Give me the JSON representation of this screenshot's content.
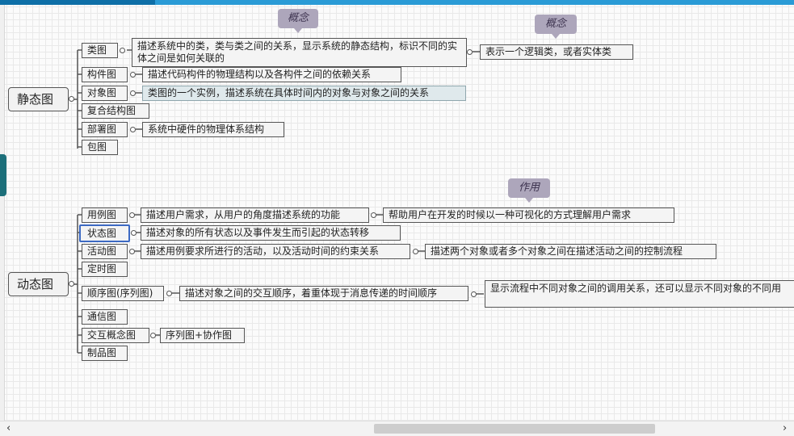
{
  "static_root": "静态图",
  "static_items": {
    "class": {
      "label": "类图",
      "desc": "描述系统中的类，类与类之间的关系，显示系统的静态结构，标识不同的实体之间是如何关联的",
      "extra": "表示一个逻辑类，或者实体类"
    },
    "component": {
      "label": "构件图",
      "desc": "描述代码构件的物理结构以及各构件之间的依赖关系"
    },
    "object": {
      "label": "对象图",
      "desc": "类图的一个实例，描述系统在具体时间内的对象与对象之间的关系"
    },
    "composite": {
      "label": "复合结构图"
    },
    "deployment": {
      "label": "部署图",
      "desc": "系统中硬件的物理体系结构"
    },
    "package": {
      "label": "包图"
    }
  },
  "dynamic_root": "动态图",
  "dynamic_items": {
    "usecase": {
      "label": "用例图",
      "desc": "描述用户需求，从用户的角度描述系统的功能",
      "extra": "帮助用户在开发的时候以一种可视化的方式理解用户需求"
    },
    "state": {
      "label": "状态图",
      "desc": "描述对象的所有状态以及事件发生而引起的状态转移"
    },
    "activity": {
      "label": "活动图",
      "desc": "描述用例要求所进行的活动，以及活动时间的约束关系",
      "extra": "描述两个对象或者多个对象之间在描述活动之间的控制流程"
    },
    "timing": {
      "label": "定时图"
    },
    "sequence": {
      "label": "顺序图(序列图)",
      "desc": "描述对象之间的交互顺序，着重体现于消息传递的时间顺序",
      "extra": "显示流程中不同对象之间的调用关系，还可以显示不同对象的不同用"
    },
    "communication": {
      "label": "通信图"
    },
    "interaction": {
      "label": "交互概念图",
      "desc": "序列图+协作图"
    },
    "artifact": {
      "label": "制品图"
    }
  },
  "callouts": {
    "concept1": "概念",
    "concept2": "概念",
    "purpose": "作用"
  },
  "scroll": {
    "left": "‹",
    "right": "›"
  }
}
